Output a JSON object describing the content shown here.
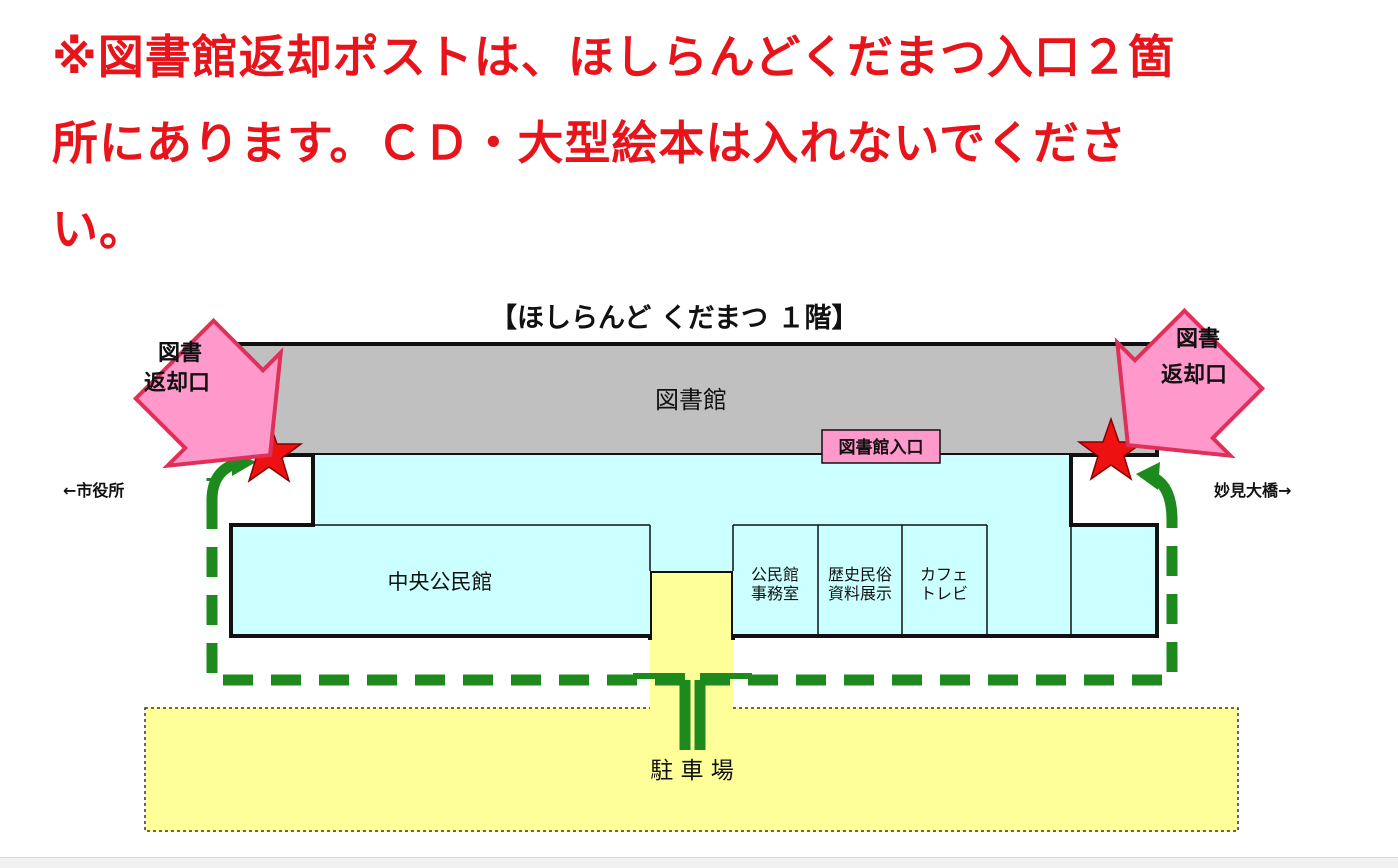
{
  "notice": {
    "line1": "※図書館返却ポストは、ほしらんどくだまつ入口２箇",
    "line2": "所にあります。ＣＤ・大型絵本は入れないでくださ",
    "line3": "い。",
    "color": "#e8141b"
  },
  "map": {
    "title": "【ほしらんど くだまつ １階】",
    "library": "図書館",
    "library_entrance": "図書館入口",
    "return_left_line1": "図書",
    "return_left_line2": "返却口",
    "return_right_line1": "図書",
    "return_right_line2": "返却口",
    "city_hall": "←市役所",
    "bridge": "妙見大橋→",
    "community_center": "中央公民館",
    "office_line1": "公民館",
    "office_line2": "事務室",
    "history_line1": "歴史民俗",
    "history_line2": "資料展示",
    "cafe_line1": "カフェ",
    "cafe_line2": "トレビ",
    "parking": "駐 車 場",
    "icons": [
      "star-icon",
      "arrow-callout-icon"
    ],
    "colors": {
      "library_gray": "#c0c0c0",
      "hall_cyan": "#ccffff",
      "parking_yellow": "#ffff99",
      "route_green": "#1e8a1e",
      "callout_pink": "#ff99cc",
      "star_red": "#ee1111"
    }
  }
}
